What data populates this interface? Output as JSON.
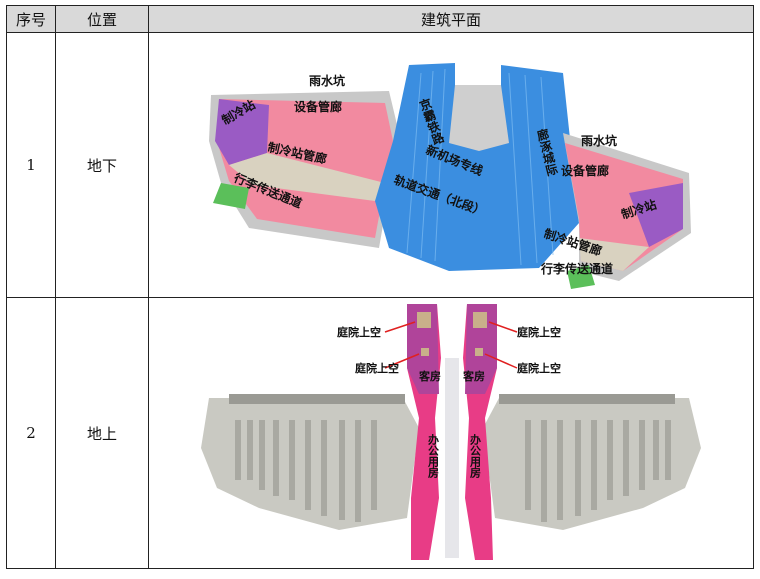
{
  "header": {
    "col_no": "序号",
    "col_location": "位置",
    "col_plan": "建筑平面"
  },
  "rows": [
    {
      "no": "1",
      "location": "地下",
      "labels": {
        "rain_pit_left": "雨水坑",
        "equip_corridor_left": "设备管廊",
        "chiller_left": "制冷站",
        "chiller_corridor_left": "制冷站管廊",
        "baggage_left": "行李传送通道",
        "jingba_rail": "京霸铁路",
        "airport_line": "新机场专线",
        "transit": "轨道交通（北段）",
        "langzhuo_rail": "廊涿城际",
        "rain_pit_right": "雨水坑",
        "equip_corridor_right": "设备管廊",
        "chiller_right": "制冷站",
        "chiller_corridor_right": "制冷站管廊",
        "baggage_right": "行李传送通道"
      }
    },
    {
      "no": "2",
      "location": "地上",
      "labels": {
        "courtyard_tl": "庭院上空",
        "courtyard_tr": "庭院上空",
        "courtyard_ml": "庭院上空",
        "courtyard_mr": "庭院上空",
        "guest_left": "客房",
        "guest_right": "客房",
        "office_left": "办公用房",
        "office_right": "办公用房"
      }
    }
  ]
}
